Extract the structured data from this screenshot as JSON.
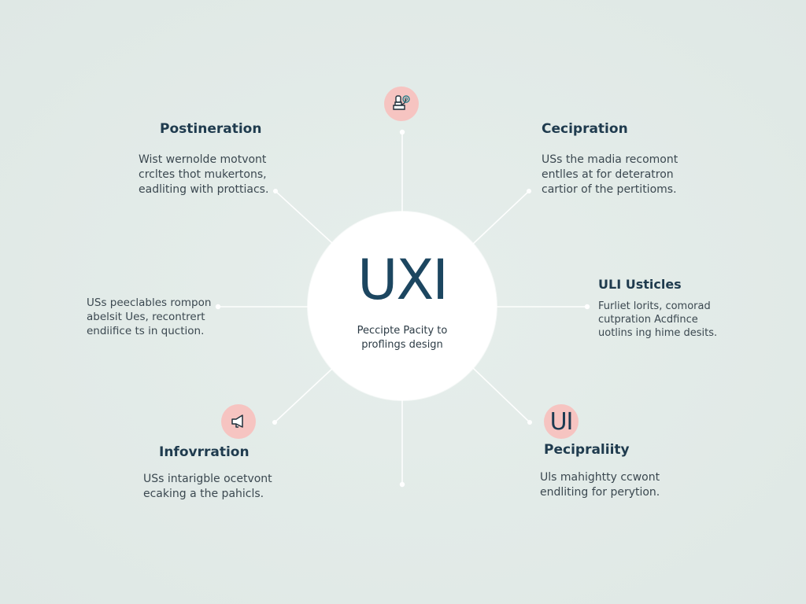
{
  "colors": {
    "background": "#e2ebe8",
    "hub_fill": "#ffffff",
    "hub_title": "#1c4660",
    "node_title": "#1f3b4e",
    "node_text": "#3b4850",
    "icon_badge": "#f6c4c1",
    "connector": "#ffffff"
  },
  "hub": {
    "title": "UXI",
    "subtitle_line1": "Peccipte Pacity to",
    "subtitle_line2": "proflings design"
  },
  "nodes": {
    "top_left": {
      "title": "Postineration",
      "description": "Wist wernolde motvont\ncrcltes thot mukertons,\neadliting with prottiacs."
    },
    "top_right": {
      "title": "Cecipration",
      "description": "USs the madia recomont\nentlles at for deteratron\ncartior of the pertitioms."
    },
    "middle_left": {
      "title": "",
      "description": "USs peeclables rompon\nabelsit Ues, recontrert\nendiifice ts in quction."
    },
    "middle_right": {
      "title": "ULI Usticles",
      "description": "Furliet lorits, comorad\ncutpration Acdfince\nuotlins ing hime desits."
    },
    "bottom_left": {
      "title": "Infovrration",
      "description": "USs intarigble ocetvont\necaking a the pahicls."
    },
    "bottom_right": {
      "title": "Pecipraliity",
      "description": "Uls mahightty ccwont\nendliting for perytion."
    }
  },
  "icons": {
    "top": {
      "name": "stamp-icon"
    },
    "bottom_left": {
      "name": "megaphone-icon"
    },
    "bottom_right": {
      "name": "ui-text-icon",
      "label": "UI"
    }
  }
}
